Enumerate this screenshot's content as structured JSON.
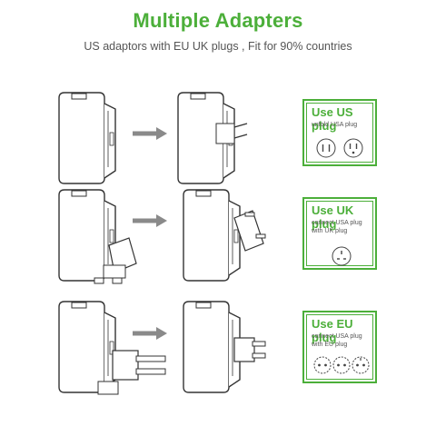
{
  "header": {
    "title": "Multiple Adapters",
    "subtitle": "US adaptors with EU UK plugs , Fit for 90% countries"
  },
  "colors": {
    "accent": "#4caf3a",
    "arrow": "#8a8a8a",
    "line": "#333333"
  },
  "rows": [
    {
      "plug_title": "Use US plug",
      "plug_desc": "unfold USA plug",
      "socket_icon": "us-socket-icon"
    },
    {
      "plug_title": "Use UK plug",
      "plug_desc": "connect USA plug with UK plug",
      "socket_icon": "uk-socket-icon"
    },
    {
      "plug_title": "Use EU plug",
      "plug_desc": "connect USA plug with EU plug",
      "socket_icon": "eu-socket-icon"
    }
  ]
}
